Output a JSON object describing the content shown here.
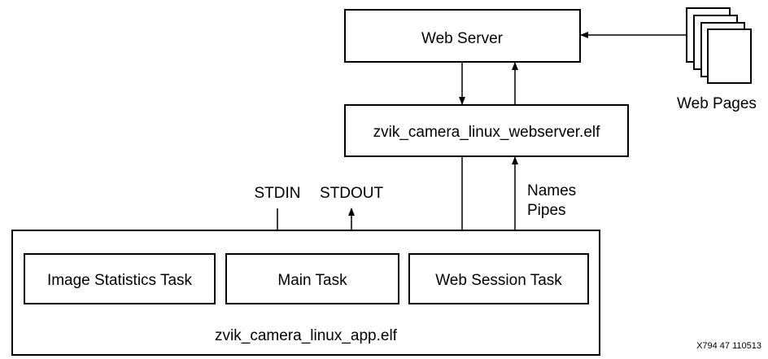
{
  "nodes": {
    "web_server": "Web Server",
    "web_pages": "Web Pages",
    "webserver_elf": "zvik_camera_linux_webserver.elf",
    "app_elf": "zvik_camera_linux_app.elf",
    "image_statistics_task": "Image Statistics Task",
    "main_task": "Main Task",
    "web_session_task": "Web Session Task"
  },
  "edge_labels": {
    "stdin": "STDIN",
    "stdout": "STDOUT",
    "names": "Names",
    "pipes": "Pipes"
  },
  "figure_id": "X794_47_110513"
}
